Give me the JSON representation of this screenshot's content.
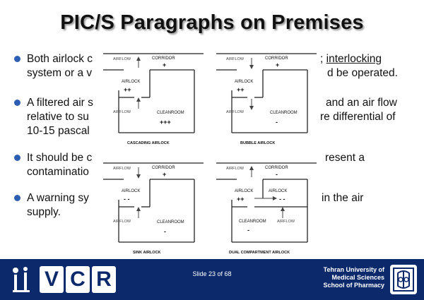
{
  "slide": {
    "title": "PIC/S Paragraphs on Premises",
    "bullets": [
      {
        "line1_left": "Both airlock c",
        "line1_right_pre": "; ",
        "line1_right_link": "interlocking",
        "line2_left": "system or a v",
        "line2_right": "d be operated."
      },
      {
        "line1_left": "A filtered air s",
        "line1_right": "and an air flow",
        "line2_left": "relative to su",
        "line2_right": "re differential of",
        "line3_left": "10-15 pascal"
      },
      {
        "line1_left": "It should be c",
        "line1_right": "resent a",
        "line2_left": "contaminatio"
      },
      {
        "line1_left": "A warning sy",
        "line1_right": "in the air",
        "line2_left": "supply."
      }
    ]
  },
  "diagrams": {
    "cascading": {
      "airflow": "AIRFLOW",
      "corridor": "CORRIDOR",
      "corridor_sign": "+",
      "airlock": "AIRLOCK",
      "airlock_sign": "++",
      "airflow2": "AIRFLOW",
      "cleanroom": "CLEANROOM",
      "cleanroom_sign": "+++",
      "caption": "CASCADING AIRLOCK"
    },
    "bubble": {
      "airflow": "AIRFLOW",
      "corridor": "CORRIDOR",
      "corridor_sign": "+",
      "airlock": "AIRLOCK",
      "airlock_sign": "++",
      "airflow2": "AIRFLOW",
      "cleanroom": "CLEANROOM",
      "cleanroom_sign": "-",
      "caption": "BUBBLE AIRLOCK"
    },
    "sink": {
      "airflow": "AIRFLOW",
      "corridor": "CORRIDOR",
      "corridor_sign": "+",
      "airlock": "AIRLOCK",
      "airlock_sign": "- -",
      "airflow2": "AIRFLOW",
      "cleanroom": "CLEANROOM",
      "cleanroom_sign": "-",
      "caption": "SINK AIRLOCK"
    },
    "dual": {
      "airflow": "AIRFLOW",
      "corridor": "CORRIDOR",
      "corridor_sign": "-",
      "airlock1": "AIRLOCK",
      "airlock1_sign": "++",
      "airlock2": "AIRLOCK",
      "airlock2_sign": "- -",
      "cleanroom": "CLEANROOM",
      "cleanroom_sign": "-",
      "airflow2": "AIRFLOW",
      "caption": "DUAL COMPARTMENT AIRLOCK"
    }
  },
  "footer": {
    "logo_letters": [
      "V",
      "C",
      "R"
    ],
    "slide_number": "Slide 23  of 68",
    "university_lines": [
      "Tehran University of",
      "Medical Sciences",
      "School of Pharmacy"
    ]
  },
  "colors": {
    "footer_bg": "#0c2a6b",
    "bullet": "#2c5fb3"
  }
}
